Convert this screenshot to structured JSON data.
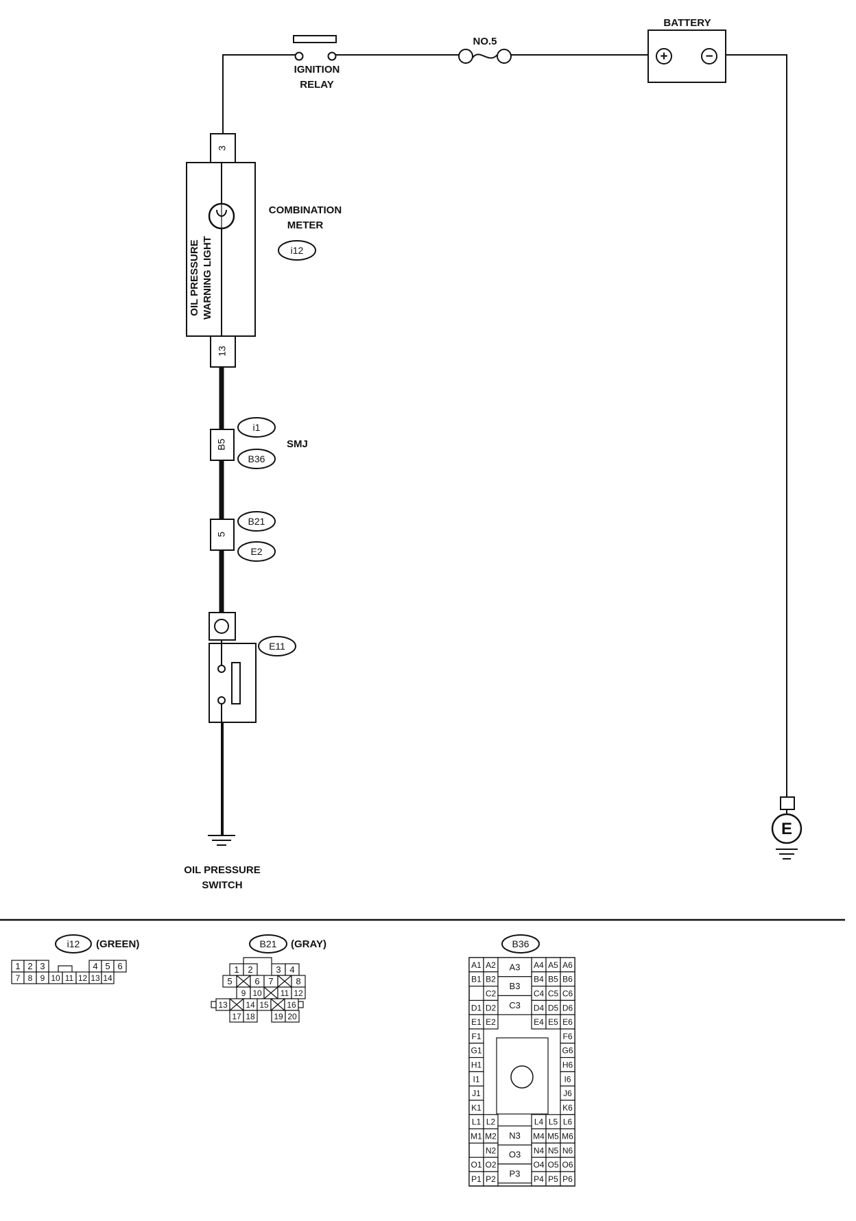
{
  "components": {
    "ignition_relay": [
      "IGNITION",
      "RELAY"
    ],
    "fuse": "NO.5",
    "battery": "BATTERY",
    "combination_meter": [
      "COMBINATION",
      "METER"
    ],
    "warning_light": [
      "OIL PRESSURE",
      "WARNING LIGHT"
    ],
    "smj": "SMJ",
    "oil_pressure_switch": [
      "OIL PRESSURE",
      "SWITCH"
    ],
    "ground_symbol": "E",
    "plus_sign": "+",
    "minus_sign": "−"
  },
  "terminals": {
    "meter_top": "3",
    "meter_bottom": "13",
    "smj": "B5",
    "b21": "5"
  },
  "connector_ids": {
    "meter": "i12",
    "smj_upper": "i1",
    "smj_lower": "B36",
    "b21_upper": "B21",
    "b21_lower": "E2",
    "switch": "E11"
  },
  "connector_views": {
    "i12": {
      "id": "i12",
      "color": "(GREEN)",
      "row1": [
        "1",
        "2",
        "3",
        "",
        "4",
        "5",
        "6"
      ],
      "row2": [
        "7",
        "8",
        "9",
        "10",
        "11",
        "12",
        "13",
        "14"
      ]
    },
    "b21": {
      "id": "B21",
      "color": "(GRAY)",
      "rows": [
        [
          "1",
          "2",
          "3",
          "4"
        ],
        [
          "5",
          "6",
          "7",
          "8"
        ],
        [
          "9",
          "10",
          "11",
          "12"
        ],
        [
          "13",
          "14",
          "15",
          "16"
        ],
        [
          "17",
          "18",
          "19",
          "20"
        ]
      ]
    },
    "b36": {
      "id": "B36",
      "left_rows": [
        [
          "A1",
          "A2"
        ],
        [
          "B1",
          "B2"
        ],
        [
          "",
          "C2"
        ],
        [
          "D1",
          "D2"
        ],
        [
          "E1",
          "E2"
        ],
        [
          "F1"
        ],
        [
          "G1"
        ],
        [
          "H1"
        ],
        [
          "I1"
        ],
        [
          "J1"
        ],
        [
          "K1"
        ],
        [
          "L1",
          "L2"
        ],
        [
          "M1",
          "M2"
        ],
        [
          "",
          "N2"
        ],
        [
          "O1",
          "O2"
        ],
        [
          "P1",
          "P2"
        ]
      ],
      "right_rows": [
        [
          "A4",
          "A5",
          "A6"
        ],
        [
          "B4",
          "B5",
          "B6"
        ],
        [
          "C4",
          "C5",
          "C6"
        ],
        [
          "D4",
          "D5",
          "D6"
        ],
        [
          "E4",
          "E5",
          "E6"
        ],
        [
          "F6"
        ],
        [
          "G6"
        ],
        [
          "H6"
        ],
        [
          "I6"
        ],
        [
          "J6"
        ],
        [
          "K6"
        ],
        [
          "L4",
          "L5",
          "L6"
        ],
        [
          "M4",
          "M5",
          "M6"
        ],
        [
          "N4",
          "N5",
          "N6"
        ],
        [
          "O4",
          "O5",
          "O6"
        ],
        [
          "P4",
          "P5",
          "P6"
        ]
      ],
      "center_top": [
        "A3",
        "B3",
        "C3"
      ],
      "center_bottom": [
        "N3",
        "O3",
        "P3"
      ]
    }
  }
}
